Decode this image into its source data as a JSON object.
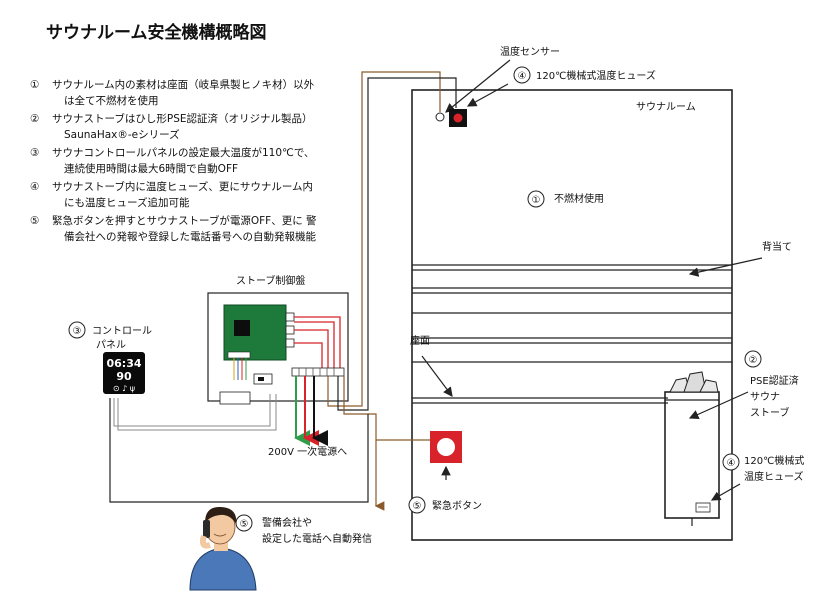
{
  "title": "サウナルーム安全機構概略図",
  "notes": [
    {
      "num": "①",
      "lines": [
        "サウナルーム内の素材は座面（岐阜県製ヒノキ材）以外",
        "は全て不燃材を使用"
      ]
    },
    {
      "num": "②",
      "lines": [
        "サウナストーブはひし形PSE認証済（オリジナル製品）",
        "SaunaHax®-eシリーズ"
      ]
    },
    {
      "num": "③",
      "lines": [
        "サウナコントロールパネルの設定最大温度が110℃で、",
        "連続使用時間は最大6時間で自動OFF"
      ]
    },
    {
      "num": "④",
      "lines": [
        "サウナストーブ内に温度ヒューズ、更にサウナルーム内",
        "にも温度ヒューズ追加可能"
      ]
    },
    {
      "num": "⑤",
      "lines": [
        "緊急ボタンを押すとサウナストーブが電源OFF、更に 警",
        "備会社への発報や登録した電話番号への自動発報機能"
      ]
    }
  ],
  "labels": {
    "temp_sensor": "温度センサー",
    "fuse_top_num": "④",
    "fuse_top": "120℃機械式温度ヒューズ",
    "sauna_room": "サウナルーム",
    "fireproof_num": "①",
    "fireproof": "不燃材使用",
    "backrest": "背当て",
    "seat": "座面",
    "stove_control": "ストーブ制御盤",
    "control_panel_num": "③",
    "control_panel_1": "コントロール",
    "control_panel_2": "パネル",
    "panel_time": "06:34",
    "panel_temp": "90",
    "panel_icons": "⊙ ♪ ψ",
    "power": "200V 一次電源へ",
    "stove_num": "②",
    "stove_1": "PSE認証済",
    "stove_2": "サウナ",
    "stove_3": "ストーブ",
    "fuse_bottom_num": "④",
    "fuse_bottom_1": "120℃機械式",
    "fuse_bottom_2": "温度ヒューズ",
    "emergency_num": "⑤",
    "emergency": "緊急ボタン",
    "alarm_num": "⑤",
    "alarm_1": "警備会社や",
    "alarm_2": "設定した電話へ自動発信"
  },
  "colors": {
    "emergency_red": "#d8232a",
    "board_green": "#1e7a3a",
    "wire_red": "#d8232a",
    "wire_green": "#2f9e4a",
    "wire_brown": "#8a5a2b",
    "shirt_blue": "#4a78b8",
    "skin": "#f2c9a0"
  }
}
